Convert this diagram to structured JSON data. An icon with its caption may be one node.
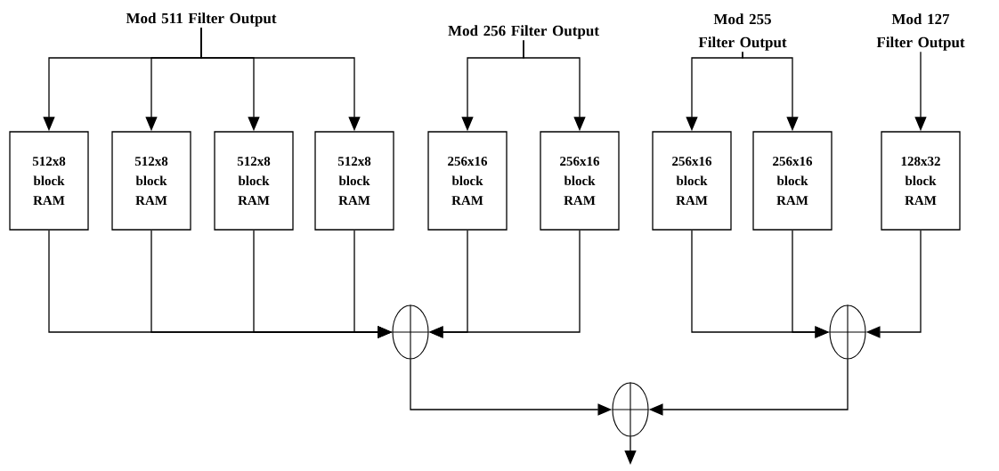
{
  "diagram": {
    "nodes": [
      {
        "text": [
          "Mod 511 Filter Output"
        ]
      },
      {
        "text": [
          "Mod 256 Filter Output"
        ]
      },
      {
        "text": [
          "Mod 255 Filter Output"
        ]
      },
      {
        "text": [
          "Mod 127 Filter Output"
        ]
      },
      {
        "text": [
          "512x8 block RAM"
        ]
      },
      {
        "text": [
          "512x8 block RAM"
        ]
      },
      {
        "text": [
          "512x8 block RAM"
        ]
      },
      {
        "text": [
          "512x8 block RAM"
        ]
      },
      {
        "text": [
          "256x16 block RAM"
        ]
      },
      {
        "text": [
          "256x16 block RAM"
        ]
      },
      {
        "text": [
          "256x16 block RAM"
        ]
      },
      {
        "text": [
          "256x16 block RAM"
        ]
      },
      {
        "text": [
          "128x32 block RAM"
        ]
      },
      {
        "text": [],
        "shape": "circle"
      },
      {
        "text": [],
        "shape": "circle"
      },
      {
        "text": [],
        "shape": "circle"
      }
    ],
    "edges": [
      {
        "from": 0,
        "to": 4,
        "arrow": "to"
      },
      {
        "from": 0,
        "to": 5,
        "arrow": "to"
      },
      {
        "from": 0,
        "to": 6,
        "arrow": "to"
      },
      {
        "from": 0,
        "to": 7,
        "arrow": "to"
      },
      {
        "from": 1,
        "to": 8,
        "arrow": "to"
      },
      {
        "from": 1,
        "to": 9,
        "arrow": "to"
      },
      {
        "from": 2,
        "to": 10,
        "arrow": "to"
      },
      {
        "from": 2,
        "to": 11,
        "arrow": "to"
      },
      {
        "from": 3,
        "to": 12,
        "arrow": "to"
      },
      {
        "from": 4,
        "to": 13,
        "arrow": "to"
      },
      {
        "from": 5,
        "to": 13,
        "arrow": "to"
      },
      {
        "from": 6,
        "to": 13,
        "arrow": "to"
      },
      {
        "from": 7,
        "to": 13,
        "arrow": "to"
      },
      {
        "from": 8,
        "to": 13,
        "arrow": "to"
      },
      {
        "from": 9,
        "to": 13,
        "arrow": "to"
      },
      {
        "from": 10,
        "to": 14,
        "arrow": "to"
      },
      {
        "from": 11,
        "to": 14,
        "arrow": "to"
      },
      {
        "from": 12,
        "to": 14,
        "arrow": "to"
      },
      {
        "from": 13,
        "to": 15,
        "arrow": "to"
      },
      {
        "from": 14,
        "to": 15,
        "arrow": "to"
      },
      {
        "from": 15,
        "to": null,
        "arrow": "to"
      }
    ]
  }
}
